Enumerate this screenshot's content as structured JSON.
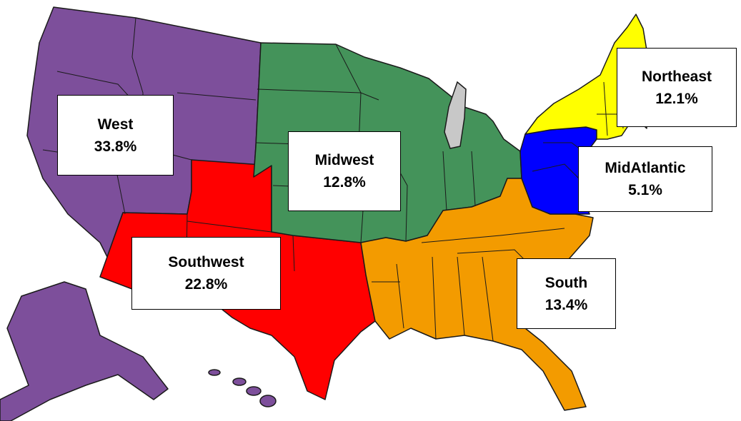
{
  "regions": {
    "west": {
      "name": "West",
      "percent": "33.8%",
      "color": "#7d4f9b"
    },
    "southwest": {
      "name": "Southwest",
      "percent": "22.8%",
      "color": "#ff0000"
    },
    "midwest": {
      "name": "Midwest",
      "percent": "12.8%",
      "color": "#44935a"
    },
    "northeast": {
      "name": "Northeast",
      "percent": "12.1%",
      "color": "#ffff00"
    },
    "midatlantic": {
      "name": "MidAtlantic",
      "percent": "5.1%",
      "color": "#0000ff"
    },
    "south": {
      "name": "South",
      "percent": "13.4%",
      "color": "#f39b00"
    }
  },
  "great_lakes_color": "#c8c8c8"
}
